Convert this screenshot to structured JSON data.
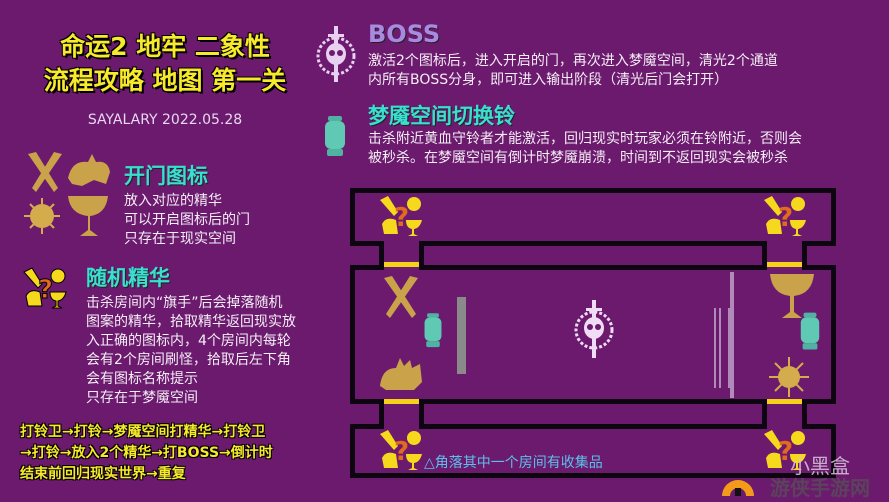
{
  "header": {
    "title_line1": "命运2 地牢 二象性",
    "title_line2": "流程攻略 地图 第一关",
    "signature": "SAYALARY 2022.05.28"
  },
  "legend": {
    "door_icons": {
      "heading": "开门图标",
      "lines": [
        "放入对应的精华",
        "可以开启图标后的门",
        "只存在于现实空间"
      ],
      "icons": [
        "axes-icon",
        "beast-icon",
        "sun-icon",
        "chalice-icon"
      ]
    },
    "random_essence": {
      "heading": "随机精华",
      "lines": [
        "击杀房间内“旗手”后会掉落随机",
        "图案的精华，拾取精华返回现实放",
        "入正确的图标内，4个房间内每轮",
        "会有2个房间刷怪，拾取后左下角",
        "会有图标名称提示",
        "只存在于梦魇空间"
      ]
    },
    "boss": {
      "heading": "BOSS",
      "lines": [
        "激活2个图标后，进入开启的门，再次进入梦魇空间，清光2个通道",
        "内所有BOSS分身，即可进入输出阶段（清光后门会打开）"
      ]
    },
    "bell": {
      "heading": "梦魇空间切换铃",
      "lines": [
        "击杀附近黄血守铃者才能激活，回归现实时玩家必须在铃附近，否则会",
        "被秒杀。在梦魇空间有倒计时梦魇崩溃，时间到不返回现实会被秒杀"
      ]
    }
  },
  "flow": {
    "lines": [
      "打铃卫→打铃→梦魇空间打精华→打铃卫",
      "→打铃→放入2个精华→打BOSS→倒计时",
      "结束前回归现实世界→重复"
    ]
  },
  "map": {
    "note": "△角落其中一个房间有收集品",
    "colors": {
      "background": "#6b1a6e",
      "wall": "#0d0510",
      "door": "#f5d21a",
      "title": "#f6ea2a",
      "heading_cyan": "#39e0cf",
      "boss_heading": "#a88be0",
      "note": "#5cc0ea"
    }
  },
  "watermark": {
    "text1": "小黑盒",
    "text2": "游侠手游网"
  }
}
